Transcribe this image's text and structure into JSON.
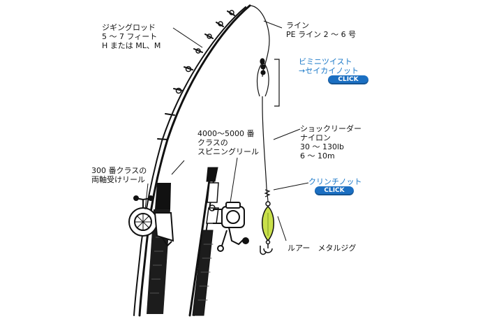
{
  "labels": {
    "jigging_rod": [
      "ジギングロッド",
      "5 〜 7 フィート",
      "H または ML、M"
    ],
    "line": [
      "ライン",
      "PE ライン 2 〜 6 号"
    ],
    "bimini": [
      "ビミニツイスト",
      "→セイカイノット"
    ],
    "shock_leader": [
      "ショックリーダー",
      "ナイロン",
      "30 〜 130lb",
      "6 〜 10m"
    ],
    "spinning_reel": [
      "4000〜5000 番",
      "クラスの",
      "スピニングリール"
    ],
    "baitcast_reel": [
      "300 番クラスの",
      "両軸受けリール"
    ],
    "clinch_knot": "クリンチノット",
    "lure": "ルアー　メタルジグ"
  },
  "buttons": {
    "bimini_click": "CLICK",
    "clinch_click": "CLICK"
  },
  "colors": {
    "link_blue": "#1a78c8",
    "button_blue": "#1b6fc2",
    "jig_green": "#c9e04a",
    "ink": "#111111"
  }
}
